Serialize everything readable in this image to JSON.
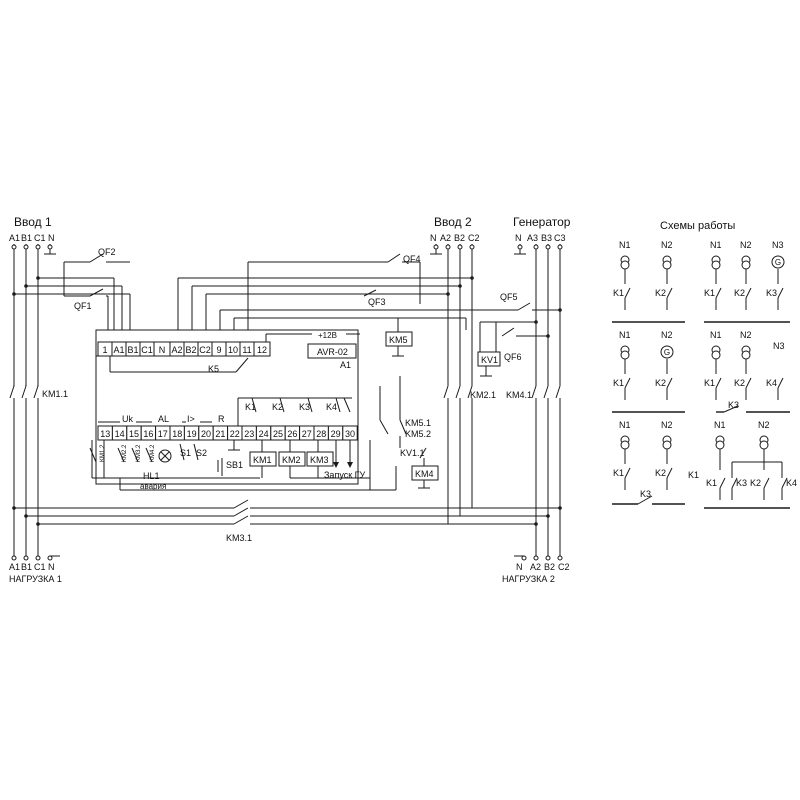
{
  "inputs": {
    "vvod1": {
      "title": "Ввод 1",
      "phases": [
        "A1",
        "B1",
        "C1",
        "N"
      ]
    },
    "vvod2": {
      "title": "Ввод 2",
      "phases": [
        "N",
        "A2",
        "B2",
        "C2"
      ]
    },
    "generator": {
      "title": "Генератор",
      "phases": [
        "N",
        "A3",
        "B3",
        "C3"
      ]
    }
  },
  "loads": {
    "load1": {
      "title": "НАГРУЗКА 1",
      "phases": [
        "A1",
        "B1",
        "C1",
        "N"
      ]
    },
    "load2": {
      "title": "НАГРУЗКА 2",
      "phases": [
        "N",
        "A2",
        "B2",
        "C2"
      ]
    }
  },
  "breakers": {
    "qf1": "QF1",
    "qf2": "QF2",
    "qf3": "QF3",
    "qf4": "QF4",
    "qf5": "QF5",
    "qf6": "QF6"
  },
  "contactors": {
    "km11": "KM1.1",
    "km21": "KM2.1",
    "km41": "KM4.1",
    "km31": "KM3.1",
    "km51": "KM5.1",
    "km52": "KM5.2",
    "kv11": "KV1.1"
  },
  "relay": {
    "name": "AVR-02",
    "ref": "A1",
    "supply": "+12В",
    "k5": "K5",
    "top_terminals": [
      "1",
      "A1",
      "B1",
      "C1",
      "N",
      "A2",
      "B2",
      "C2",
      "9",
      "10",
      "11",
      "12"
    ],
    "bottom_terminals": [
      "13",
      "14",
      "15",
      "16",
      "17",
      "18",
      "19",
      "20",
      "21",
      "22",
      "23",
      "24",
      "25",
      "26",
      "27",
      "28",
      "29",
      "30"
    ],
    "groups": {
      "uk": "Uk",
      "al": "AL",
      "i": "I>",
      "r": "R"
    },
    "relays": [
      "K1",
      "K2",
      "K3",
      "K4"
    ]
  },
  "coils": {
    "km1": "KM1",
    "km2": "KM2",
    "km3": "KM3",
    "km4": "KM4",
    "km5": "KM5",
    "kv1": "KV1"
  },
  "signals": {
    "hl1": "HL1",
    "alarm": "авария",
    "s1": "S1",
    "s2": "S2",
    "sb1": "SB1",
    "start_gu": "Запуск ГУ",
    "aux": [
      "KM1.2",
      "KM2.2",
      "KM3.2",
      "KM4.2"
    ]
  },
  "schemes": {
    "title": "Схемы работы",
    "labels": {
      "n1": "N1",
      "n2": "N2",
      "n3": "N3",
      "k1": "K1",
      "k2": "K2",
      "k3": "K3",
      "k4": "K4",
      "g": "G"
    }
  }
}
